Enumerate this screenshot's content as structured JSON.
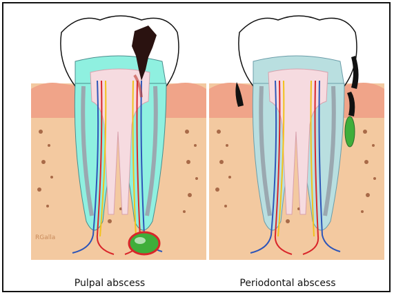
{
  "figure": {
    "panels": [
      {
        "id": "pulpal",
        "caption": "Pulpal abscess",
        "enamel_color": "#8ff0e0"
      },
      {
        "id": "periodontal",
        "caption": "Periodontal abscess",
        "enamel_color": "#b9dfe0"
      }
    ],
    "signature": "RGalla",
    "colors": {
      "gum": "#f0a489",
      "bone": "#f3c9a0",
      "dentin": "#c9e7ea",
      "pulp": "#f6dbe0",
      "cementum": "#9aa8b0",
      "decay": "#2a1210",
      "pus_green": "#3fae3a",
      "artery_red": "#d9262a",
      "vein_blue": "#2d55b8",
      "nerve_yellow": "#f2c21b"
    }
  }
}
